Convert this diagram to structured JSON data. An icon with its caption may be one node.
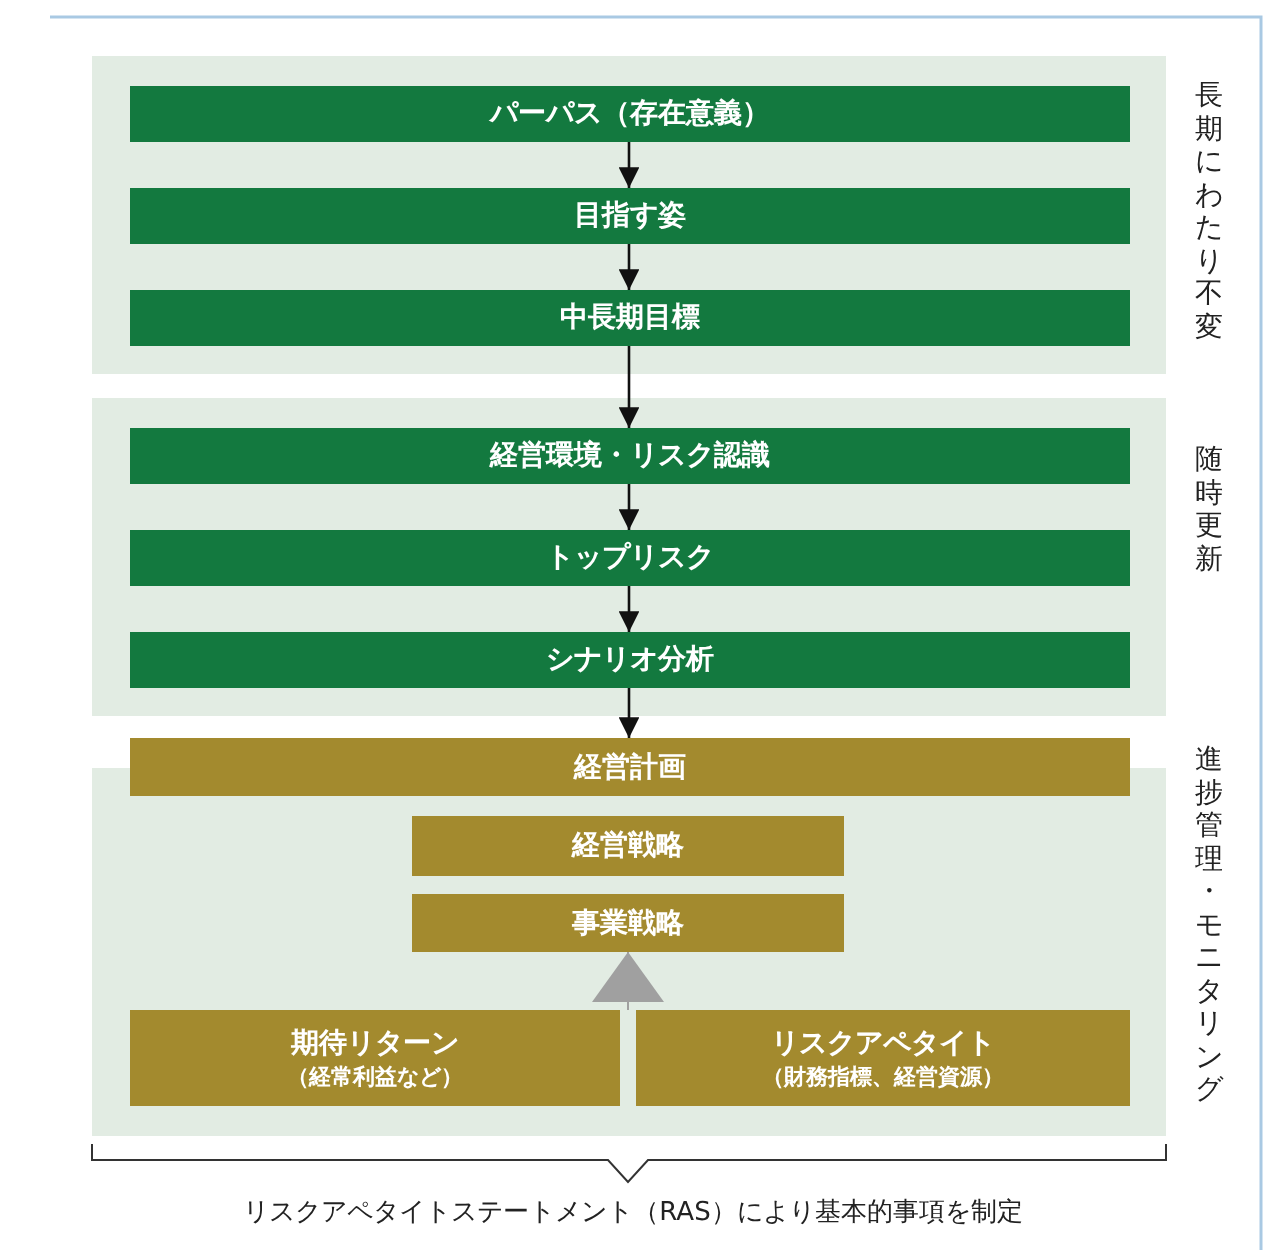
{
  "diagram": {
    "nodes": [
      {
        "text": [
          "長期にわたり不変"
        ]
      },
      {
        "text": [
          "パーパス（存在意義）"
        ],
        "in": 0
      },
      {
        "text": [
          "目指す姿"
        ],
        "in": 0
      },
      {
        "text": [
          "中長期目標"
        ],
        "in": 0
      },
      {
        "text": [
          "随時更新"
        ]
      },
      {
        "text": [
          "経営環境・リスク認識"
        ],
        "in": 4
      },
      {
        "text": [
          "トップリスク"
        ],
        "in": 4
      },
      {
        "text": [
          "シナリオ分析"
        ],
        "in": 4
      },
      {
        "text": [
          "進捗管理・モニタリング"
        ]
      },
      {
        "text": [
          "経営計画"
        ]
      },
      {
        "text": [
          "経営戦略"
        ],
        "in": 8
      },
      {
        "text": [
          "事業戦略"
        ],
        "in": 8
      },
      {
        "text": [
          "期待リターン",
          "（経常利益など）"
        ],
        "in": 8
      },
      {
        "text": [
          "リスクアペタイト",
          "（財務指標、経営資源）"
        ],
        "in": 8
      }
    ],
    "edges": [
      {
        "from": 1,
        "to": 2,
        "arrow": "to"
      },
      {
        "from": 2,
        "to": 3,
        "arrow": "to"
      },
      {
        "from": 3,
        "to": 5,
        "arrow": "to"
      },
      {
        "from": 5,
        "to": 6,
        "arrow": "to"
      },
      {
        "from": 6,
        "to": 7,
        "arrow": "to"
      },
      {
        "from": 7,
        "to": 9,
        "arrow": "to"
      },
      {
        "from": 12,
        "to": 11,
        "arrow": "to",
        "color": "#a0a0a0"
      },
      {
        "from": 13,
        "to": 11,
        "arrow": "to",
        "color": "#a0a0a0"
      }
    ],
    "labels": [
      "リスクアペタイトステートメント（RAS）により基本的事項を制定"
    ]
  }
}
